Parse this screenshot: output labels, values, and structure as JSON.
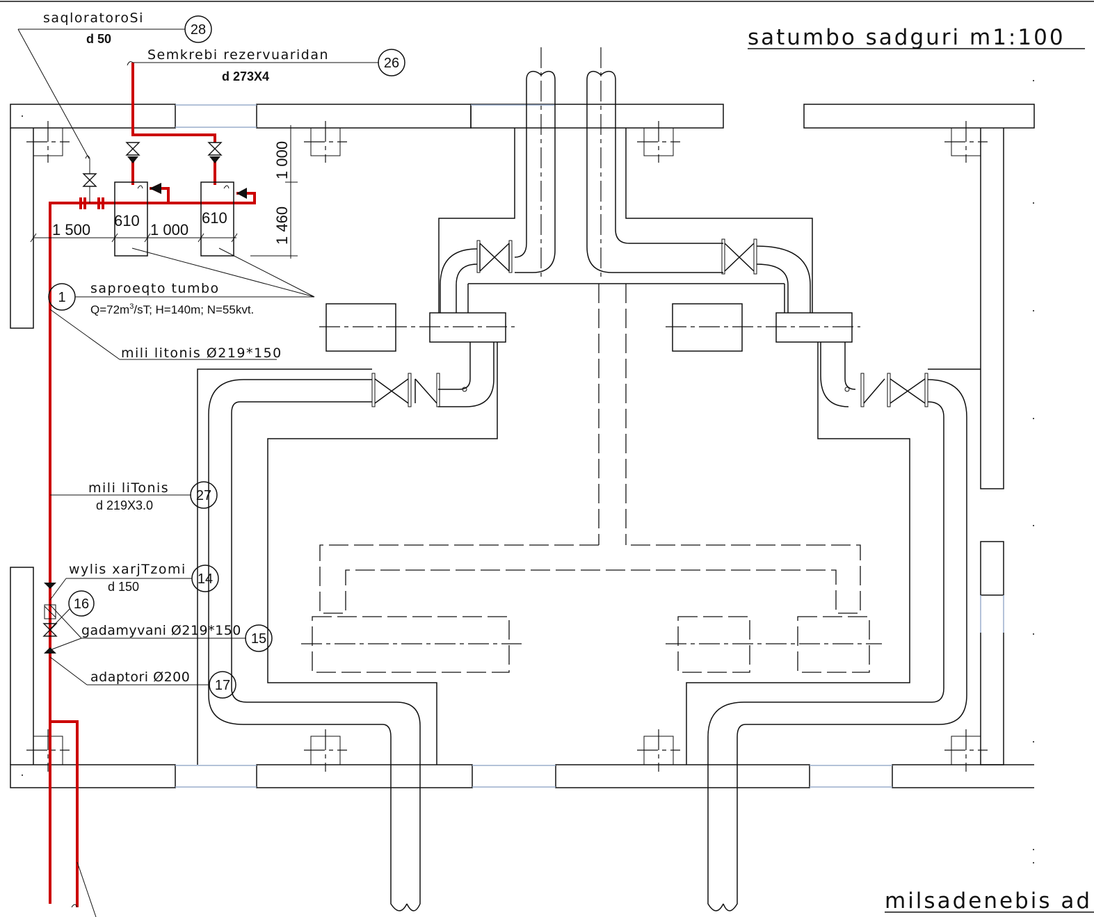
{
  "title": "satumbo sadguri m1:100",
  "bottom_title": "milsadenebis ad",
  "colors": {
    "line": "#111111",
    "pipe_red": "#cc0000",
    "window": "#9aaecc",
    "background": "#ffffff"
  },
  "labels": {
    "chlorinator": "saqloratoroSi",
    "chlorinator_d": "d 50",
    "from_reservoir": "Semkrebi rezervuaridan",
    "from_reservoir_d": "d 273X4",
    "pump": "saproeqto tumbo",
    "pump_spec_prefix": "Q=72m",
    "pump_spec_sup": "3",
    "pump_spec_rest": "/sT; H=140m; N=55kvt.",
    "cast_pipe_1": "mili litonis  Ø219*150",
    "cast_pipe_2": "mili liTonis",
    "cast_pipe_2_d": "d 219X3.0",
    "water_meter": "wylis xarjTzomi",
    "water_meter_d": "d 150",
    "valve": "gadamyvani Ø219*150",
    "adapter": "adaptori Ø200"
  },
  "markers": {
    "m28": "28",
    "m26": "26",
    "m1": "1",
    "m27": "27",
    "m14": "14",
    "m16": "16",
    "m15": "15",
    "m17": "17"
  },
  "dimensions": {
    "d1000_v": "1 000",
    "d1460_v": "1 460",
    "d1500": "1 500",
    "d1000_h": "1 000",
    "p610_a": "610",
    "p610_b": "610"
  }
}
